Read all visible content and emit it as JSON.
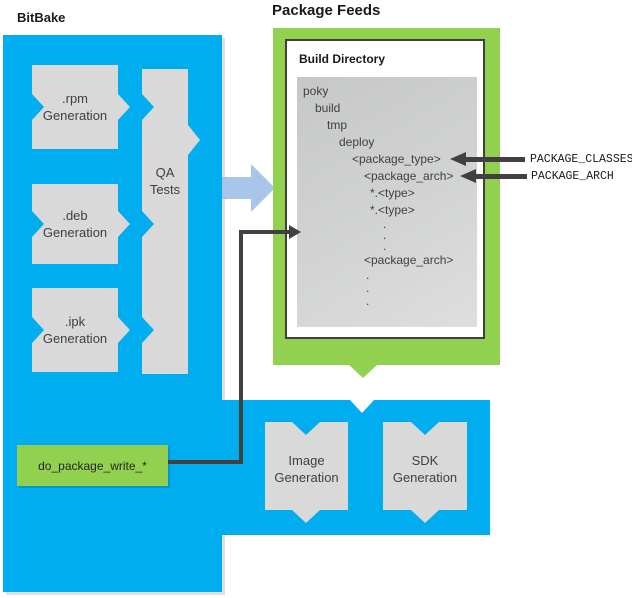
{
  "titles": {
    "bitbake": "BitBake",
    "package_feeds": "Package Feeds",
    "build_directory": "Build Directory"
  },
  "colors": {
    "blue": "#00AEEF",
    "green": "#92D050",
    "box_gray": "#D9D9D9",
    "dark": "#404040",
    "flow_arrow_blue": "#A9C5E9"
  },
  "package_boxes": [
    {
      "line1": ".rpm",
      "line2": "Generation"
    },
    {
      "line1": ".deb",
      "line2": "Generation"
    },
    {
      "line1": ".ipk",
      "line2": "Generation"
    }
  ],
  "qa_box": {
    "line1": "QA",
    "line2": "Tests"
  },
  "task_label": "do_package_write_*",
  "directory_tree": [
    {
      "text": "poky"
    },
    {
      "text": "build"
    },
    {
      "text": "tmp"
    },
    {
      "text": "deploy"
    },
    {
      "text": "<package_type>"
    },
    {
      "text": "<package_arch>"
    },
    {
      "text": "*.<type>"
    },
    {
      "text": "*.<type>"
    },
    {
      "text": "."
    },
    {
      "text": "."
    },
    {
      "text": "."
    },
    {
      "text": "<package_arch>"
    },
    {
      "text": "."
    },
    {
      "text": "."
    },
    {
      "text": "."
    }
  ],
  "annotations": [
    {
      "label": "PACKAGE_CLASSES"
    },
    {
      "label": "PACKAGE_ARCH"
    }
  ],
  "output_boxes": [
    {
      "line1": "Image",
      "line2": "Generation"
    },
    {
      "line1": "SDK",
      "line2": "Generation"
    }
  ]
}
